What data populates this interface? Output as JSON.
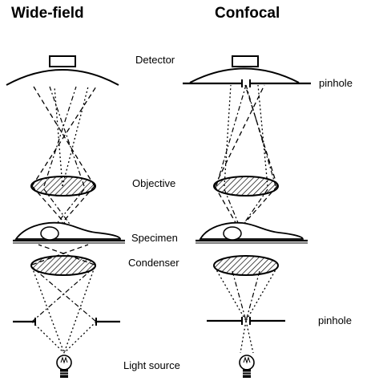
{
  "headings": {
    "left": "Wide-field",
    "right": "Confocal"
  },
  "labels": {
    "detector": "Detector",
    "objective": "Objective",
    "specimen": "Specimen",
    "condenser": "Condenser",
    "light_source": "Light source",
    "pinhole_top": "pinhole",
    "pinhole_bottom": "pinhole"
  }
}
